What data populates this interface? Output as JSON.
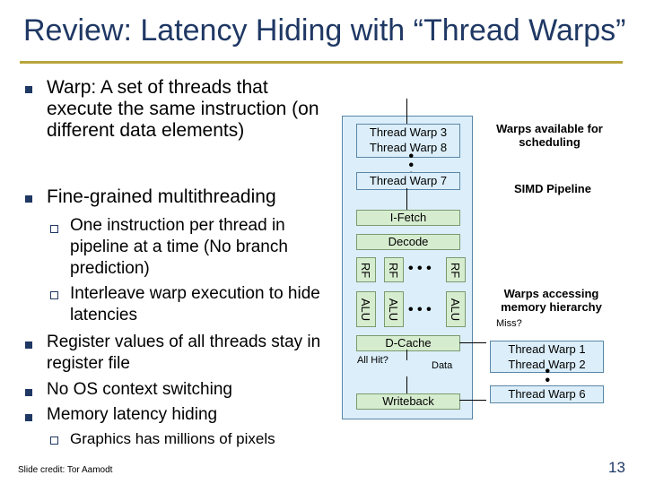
{
  "slide": {
    "title": "Review: Latency Hiding with “Thread Warps”",
    "bullets": [
      {
        "text": "Warp: A set of threads that execute the same instruction (on different data elements)"
      },
      {
        "text": "Fine-grained multithreading",
        "subs": [
          "One instruction per thread in pipeline at a time (No branch prediction)",
          "Interleave warp execution to hide latencies"
        ]
      },
      {
        "text": "Register values of all threads stay in register file"
      },
      {
        "text": "No OS context switching"
      },
      {
        "text": "Memory latency hiding",
        "subs": [
          "Graphics has millions of pixels"
        ]
      }
    ],
    "credit": "Slide credit: Tor Aamodt",
    "page_number": "13"
  },
  "diagram": {
    "warps_available_label": "Warps available for scheduling",
    "available_warps": [
      "Thread Warp 3",
      "Thread Warp 8",
      "Thread Warp 7"
    ],
    "simd_label": "SIMD Pipeline",
    "stages": {
      "fetch": "I-Fetch",
      "decode": "Decode",
      "rf": "RF",
      "alu": "ALU",
      "dcache": "D-Cache",
      "all_hit": "All Hit?",
      "data": "Data",
      "writeback": "Writeback"
    },
    "dots": "• • •",
    "warps_memory_label": "Warps accessing memory hierarchy",
    "miss_label": "Miss?",
    "memory_warps": [
      "Thread Warp 1",
      "Thread Warp 2",
      "Thread Warp 6"
    ]
  }
}
